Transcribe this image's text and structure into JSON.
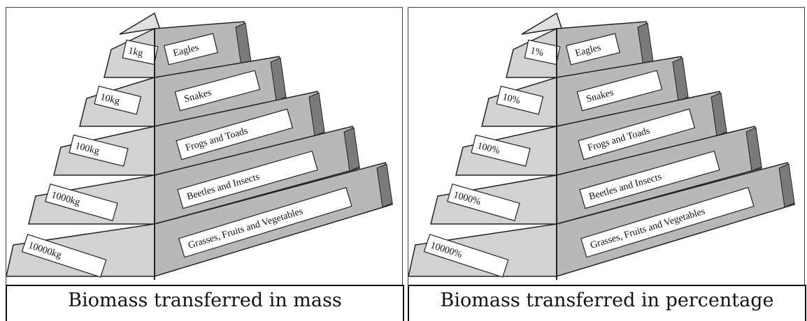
{
  "panels": [
    {
      "caption": "Biomass transferred in mass",
      "levels": [
        {
          "value": "1kg",
          "organism": "Eagles"
        },
        {
          "value": "10kg",
          "organism": "Snakes"
        },
        {
          "value": "100kg",
          "organism": "Frogs and Toads"
        },
        {
          "value": "1000kg",
          "organism": "Beetles and Insects"
        },
        {
          "value": "10000kg",
          "organism": "Grasses, Fruits and Vegetables"
        }
      ]
    },
    {
      "caption": "Biomass transferred in percentage",
      "levels": [
        {
          "value": "1%",
          "organism": "Eagles"
        },
        {
          "value": "10%",
          "organism": "Snakes"
        },
        {
          "value": "100%",
          "organism": "Frogs and Toads"
        },
        {
          "value": "1000%",
          "organism": "Beetles and Insects"
        },
        {
          "value": "10000%",
          "organism": "Grasses, Fruits and Vegetables"
        }
      ]
    }
  ],
  "colors": {
    "left_face": "#d2d2d2",
    "right_face": "#b8b8b8",
    "dark_accent": "#7a7a7a",
    "label_fill": "#ffffff",
    "outline": "#222222"
  }
}
